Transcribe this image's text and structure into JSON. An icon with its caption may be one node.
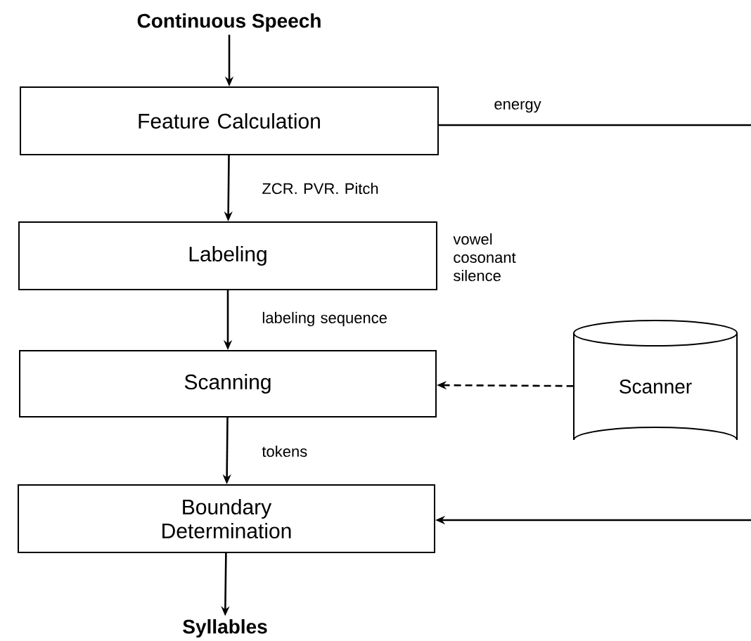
{
  "diagram": {
    "nodes": [
      {
        "text": [
          "Continuous Speech"
        ]
      },
      {
        "text": [
          "Feature Calculation"
        ]
      },
      {
        "text": [
          "Labeling"
        ],
        "beside": [
          "vowel cosonant silence"
        ]
      },
      {
        "text": [
          "Scanning"
        ]
      },
      {
        "text": [
          "Boundary Determination"
        ]
      },
      {
        "text": [
          "Scanner"
        ]
      },
      {
        "text": [
          "Syllables"
        ]
      }
    ],
    "edges": [
      {
        "from": 0,
        "to": 1,
        "arrow": "to"
      },
      {
        "from": 1,
        "to": 2,
        "arrow": "to",
        "label": "ZCR. PVR. Pitch"
      },
      {
        "from": 2,
        "to": 3,
        "arrow": "to",
        "label": "labeling sequence"
      },
      {
        "from": 3,
        "to": 4,
        "arrow": "to",
        "label": "tokens"
      },
      {
        "from": 5,
        "to": 3,
        "arrow": "to",
        "style": "dashed"
      },
      {
        "from": 4,
        "to": 6,
        "arrow": "to"
      },
      {
        "from": 1,
        "to": null,
        "arrow": "none",
        "label": "energy"
      },
      {
        "from": null,
        "to": 4,
        "arrow": "to"
      }
    ]
  }
}
